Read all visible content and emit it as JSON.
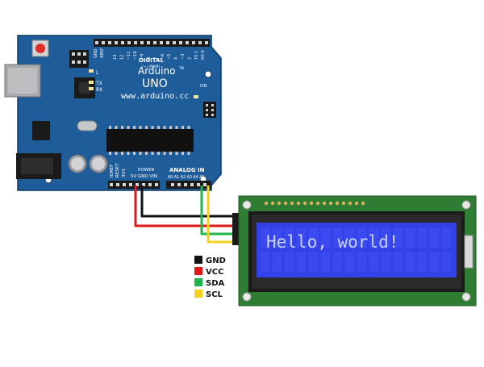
{
  "board": {
    "brand": "Arduino",
    "tm": "TM",
    "model": "UNO",
    "url": "www.arduino.cc",
    "digital_label": "DIGITAL",
    "pwm_note": "(~=PWM)",
    "aref": "AREF",
    "gnd": "GND",
    "digital_pins": [
      "13",
      "12",
      "~11",
      "~10",
      "~9",
      "8",
      "7",
      "~6",
      "~5",
      "4",
      "~3",
      "2",
      "TX 1",
      "RX 0"
    ],
    "led_l": "L",
    "led_tx": "TX",
    "led_rx": "RX",
    "on_label": "ON",
    "reset_label": "RESET",
    "ioref_label": "IOREF",
    "v33_label": "3V3",
    "power_label": "POWER",
    "power_pins": "5V GND VIN",
    "analog_label": "ANALOG IN",
    "analog_pins": "A0 A1 A2 A3 A4 A5"
  },
  "lcd": {
    "text": "Hello, world!"
  },
  "legend": [
    {
      "label": "GND",
      "color": "#111111"
    },
    {
      "label": "VCC",
      "color": "#e0181c"
    },
    {
      "label": "SDA",
      "color": "#1fb54a"
    },
    {
      "label": "SCL",
      "color": "#f2d21b"
    }
  ],
  "colors": {
    "board": "#1f5d9a",
    "pcb": "#2f7d33",
    "lcd_bezel": "#1b1b1b",
    "lcd_screen": "#3342e8",
    "lcd_text": "#c9d2ff"
  }
}
